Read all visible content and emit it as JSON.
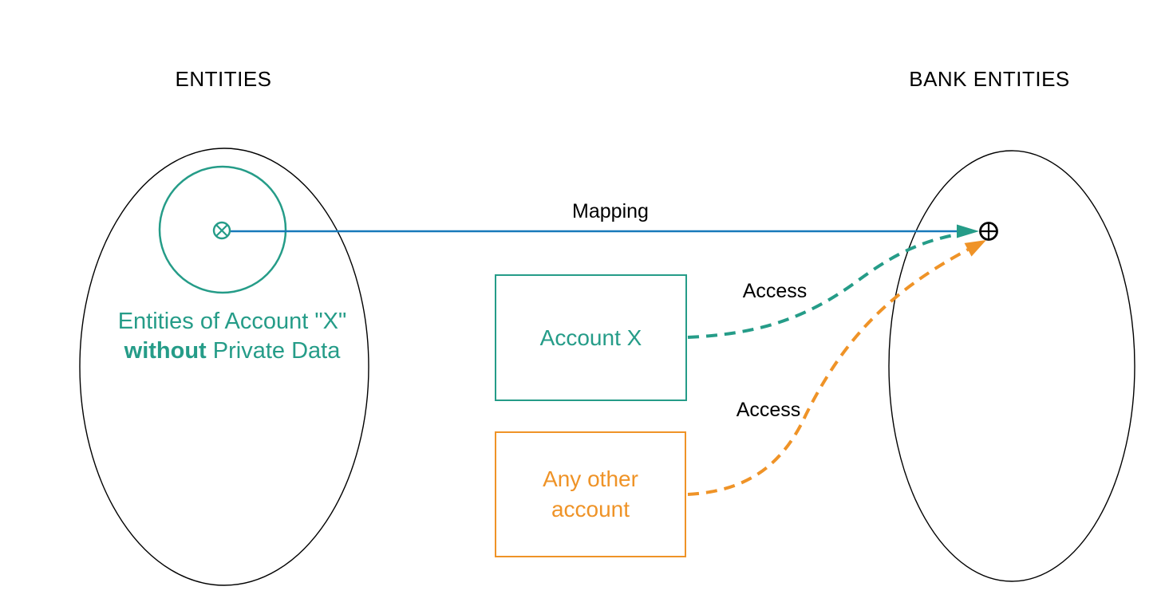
{
  "diagram": {
    "title_left": "ENTITIES",
    "title_right": "BANK ENTITIES",
    "left_set": {
      "note_line1": "Entities of Account \"X\"",
      "note_bold": "without",
      "note_rest": "Private Data"
    },
    "nodes": {
      "account_x_label": "Account X",
      "any_other_line1": "Any other",
      "any_other_line2": "account"
    },
    "edges": {
      "mapping_label": "Mapping",
      "access_account_x_label": "Access",
      "access_any_other_label": "Access"
    },
    "icons": {
      "source_point": "circled-cross-icon",
      "target_point": "circled-plus-icon"
    },
    "colors": {
      "teal": "#259C88",
      "orange": "#EF9327",
      "blue": "#1779BA",
      "ink": "#000000"
    }
  }
}
